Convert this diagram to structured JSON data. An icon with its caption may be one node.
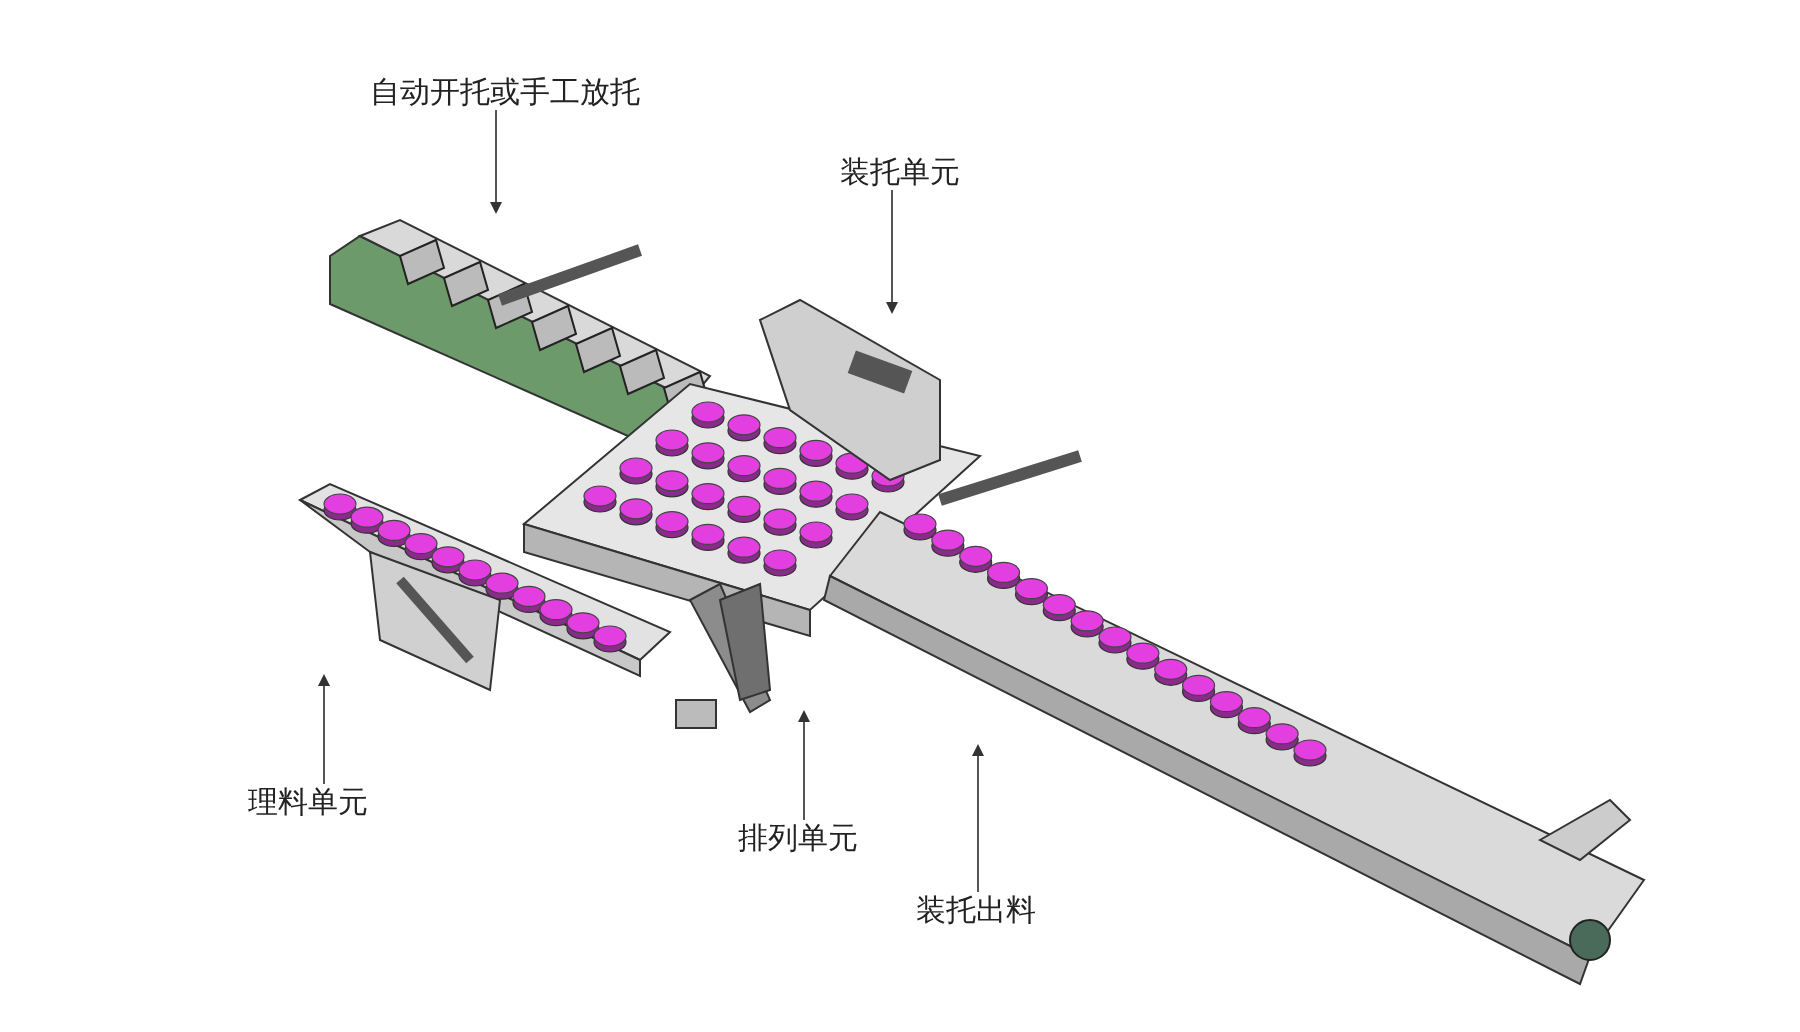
{
  "diagram": {
    "nodes": [
      {
        "text": [
          "自动开托或手工放托"
        ]
      },
      {
        "text": [
          "装托单元"
        ]
      },
      {
        "text": [
          "理料单元"
        ]
      },
      {
        "text": [
          "排列单元"
        ]
      },
      {
        "text": [
          "装托出料"
        ]
      }
    ],
    "edges": [
      {
        "from": 0,
        "to": null,
        "arrow": "to"
      },
      {
        "from": 1,
        "to": null,
        "arrow": "to"
      },
      {
        "from": 2,
        "to": null,
        "arrow": "to"
      },
      {
        "from": 3,
        "to": null,
        "arrow": "to"
      },
      {
        "from": 4,
        "to": null,
        "arrow": "to"
      }
    ]
  }
}
